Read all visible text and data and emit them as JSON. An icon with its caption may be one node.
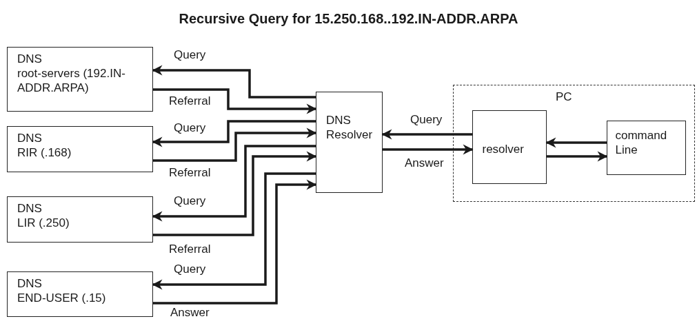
{
  "diagram": {
    "title": "Recursive Query for 15.250.168..192.IN-ADDR.ARPA",
    "nodes": [
      {
        "text": [
          "DNS",
          "root-servers (192.IN-ADDR.ARPA)"
        ]
      },
      {
        "text": [
          "DNS",
          "RIR (.168)"
        ]
      },
      {
        "text": [
          "DNS",
          "LIR (.250)"
        ]
      },
      {
        "text": [
          "DNS",
          "END-USER (.15)"
        ]
      },
      {
        "text": [
          "DNS Resolver"
        ]
      },
      {
        "text": [
          "PC"
        ]
      },
      {
        "text": [
          "resolver"
        ],
        "in": 5
      },
      {
        "text": [
          "command Line"
        ],
        "in": 5
      }
    ],
    "edges": [
      {
        "from": 4,
        "to": 0,
        "arrow": "to",
        "label": "Query"
      },
      {
        "from": 0,
        "to": 4,
        "arrow": "to",
        "label": "Referral"
      },
      {
        "from": 4,
        "to": 1,
        "arrow": "to",
        "label": "Query"
      },
      {
        "from": 1,
        "to": 4,
        "arrow": "to",
        "label": "Referral"
      },
      {
        "from": 4,
        "to": 2,
        "arrow": "to",
        "label": "Query"
      },
      {
        "from": 2,
        "to": 4,
        "arrow": "to",
        "label": "Referral"
      },
      {
        "from": 4,
        "to": 3,
        "arrow": "to",
        "label": "Query"
      },
      {
        "from": 3,
        "to": 4,
        "arrow": "to",
        "label": "Answer"
      },
      {
        "from": 6,
        "to": 4,
        "arrow": "to",
        "label": "Query"
      },
      {
        "from": 4,
        "to": 6,
        "arrow": "to",
        "label": "Answer"
      },
      {
        "from": 7,
        "to": 6,
        "arrow": "to"
      },
      {
        "from": 6,
        "to": 7,
        "arrow": "to"
      }
    ]
  }
}
